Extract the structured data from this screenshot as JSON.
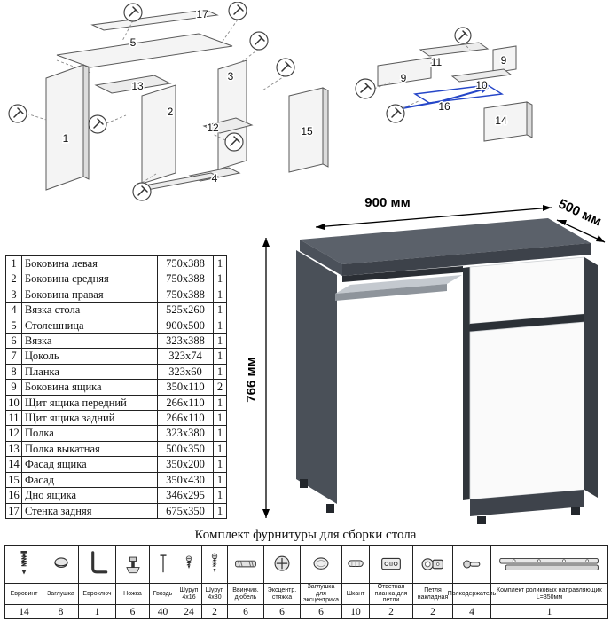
{
  "dimensions": {
    "width": "900 мм",
    "depth": "500 мм",
    "height": "766 мм"
  },
  "parts": {
    "rows": [
      {
        "n": "1",
        "name": "Боковина левая",
        "size": "750x388",
        "qty": "1"
      },
      {
        "n": "2",
        "name": "Боковина средняя",
        "size": "750x388",
        "qty": "1"
      },
      {
        "n": "3",
        "name": "Боковина правая",
        "size": "750x388",
        "qty": "1"
      },
      {
        "n": "4",
        "name": "Вязка стола",
        "size": "525x260",
        "qty": "1"
      },
      {
        "n": "5",
        "name": "Столешница",
        "size": "900x500",
        "qty": "1"
      },
      {
        "n": "6",
        "name": "Вязка",
        "size": "323x388",
        "qty": "1"
      },
      {
        "n": "7",
        "name": "Цоколь",
        "size": "323x74",
        "qty": "1"
      },
      {
        "n": "8",
        "name": "Планка",
        "size": "323x60",
        "qty": "1"
      },
      {
        "n": "9",
        "name": "Боковина ящика",
        "size": "350x110",
        "qty": "2"
      },
      {
        "n": "10",
        "name": "Щит ящика передний",
        "size": "266x110",
        "qty": "1"
      },
      {
        "n": "11",
        "name": "Щит ящика задний",
        "size": "266x110",
        "qty": "1"
      },
      {
        "n": "12",
        "name": "Полка",
        "size": "323x380",
        "qty": "1"
      },
      {
        "n": "13",
        "name": "Полка выкатная",
        "size": "500x350",
        "qty": "1"
      },
      {
        "n": "14",
        "name": "Фасад ящика",
        "size": "350x200",
        "qty": "1"
      },
      {
        "n": "15",
        "name": "Фасад",
        "size": "350x430",
        "qty": "1"
      },
      {
        "n": "16",
        "name": "Дно ящика",
        "size": "346x295",
        "qty": "1"
      },
      {
        "n": "17",
        "name": "Стенка задняя",
        "size": "675x350",
        "qty": "1"
      }
    ]
  },
  "hardware": {
    "title": "Комплект фурнитуры для сборки стола",
    "items": [
      {
        "name": "Евровинт",
        "qty": "14"
      },
      {
        "name": "Заглушка",
        "qty": "8"
      },
      {
        "name": "Евроключ",
        "qty": "1"
      },
      {
        "name": "Ножка",
        "qty": "6"
      },
      {
        "name": "Гвоздь",
        "qty": "40"
      },
      {
        "name": "Шуруп 4x16",
        "qty": "24"
      },
      {
        "name": "Шуруп 4x30",
        "qty": "2"
      },
      {
        "name": "Ввинчив. дюбель",
        "qty": "6"
      },
      {
        "name": "Эксцентр. стяжка",
        "qty": "6"
      },
      {
        "name": "Заглушка для эксцентрика",
        "qty": "6"
      },
      {
        "name": "Шкант",
        "qty": "10"
      },
      {
        "name": "Ответная планка для петли",
        "qty": "2"
      },
      {
        "name": "Петля накладная",
        "qty": "2"
      },
      {
        "name": "Полкодержатель",
        "qty": "4"
      },
      {
        "name": "Комплект роликовых направляющих L=350мм",
        "qty": "1"
      }
    ]
  },
  "diagram_main": {
    "labels": [
      "17",
      "5",
      "3",
      "13",
      "2",
      "1",
      "12",
      "15",
      "4"
    ]
  },
  "diagram_drawer": {
    "labels": [
      "9",
      "11",
      "9",
      "10",
      "16",
      "14"
    ]
  }
}
